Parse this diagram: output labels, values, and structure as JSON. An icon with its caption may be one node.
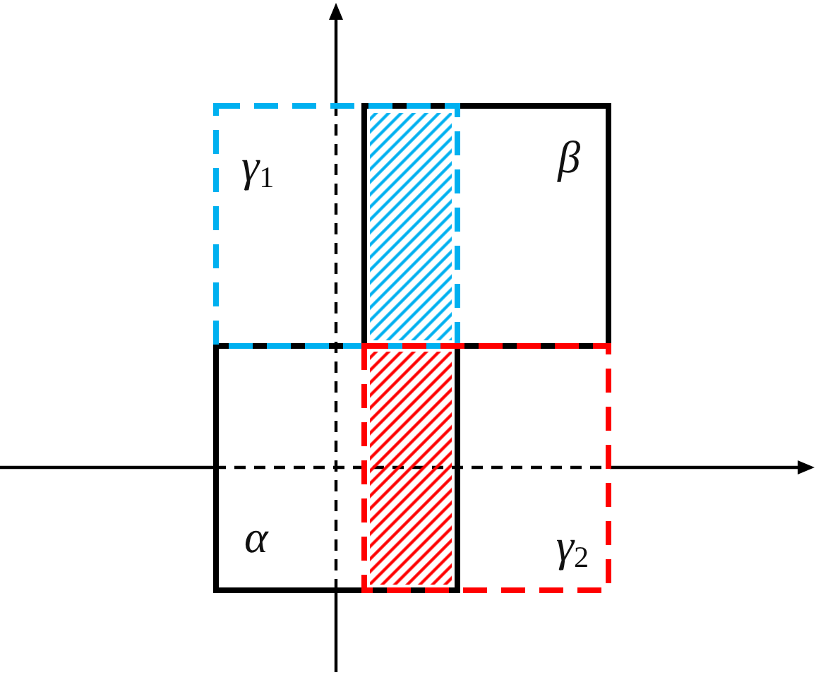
{
  "diagram": {
    "nodes": [
      {
        "text": [
          "γ$_{1}$"
        ]
      },
      {
        "text": [],
        "shape": "box"
      },
      {
        "text": [
          "β"
        ]
      },
      {
        "text": [
          "α"
        ]
      },
      {
        "text": [],
        "shape": "box"
      },
      {
        "text": [
          "γ$_{2}$"
        ]
      }
    ]
  }
}
